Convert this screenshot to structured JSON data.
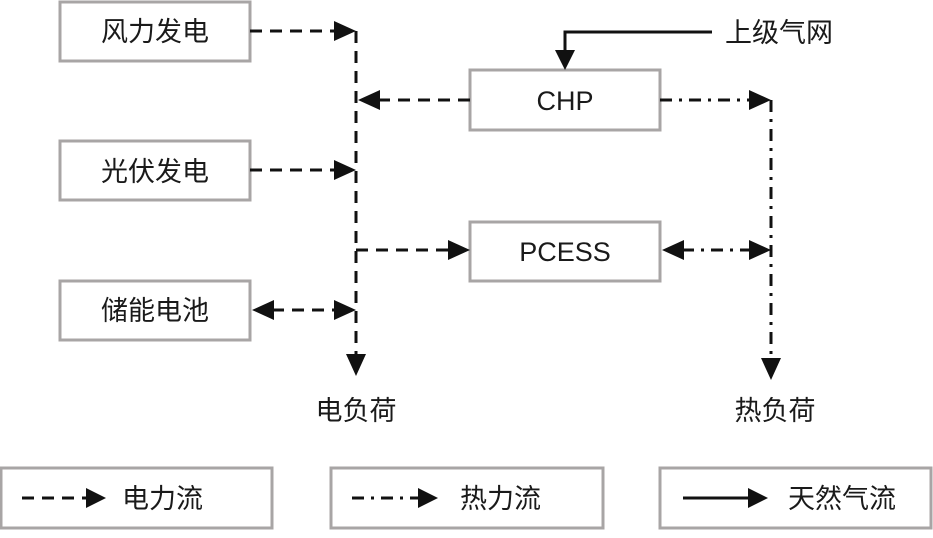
{
  "nodes": {
    "wind": "风力发电",
    "pv": "光伏发电",
    "battery": "储能电池",
    "chp": "CHP",
    "pcess": "PCESS",
    "gas_grid": "上级气网",
    "elec_load": "电负荷",
    "heat_load": "热负荷"
  },
  "legend": {
    "electric": "电力流",
    "heat": "热力流",
    "gas": "天然气流"
  },
  "line_styles": {
    "electric": "dashed",
    "heat": "dash-dot",
    "gas": "solid"
  }
}
